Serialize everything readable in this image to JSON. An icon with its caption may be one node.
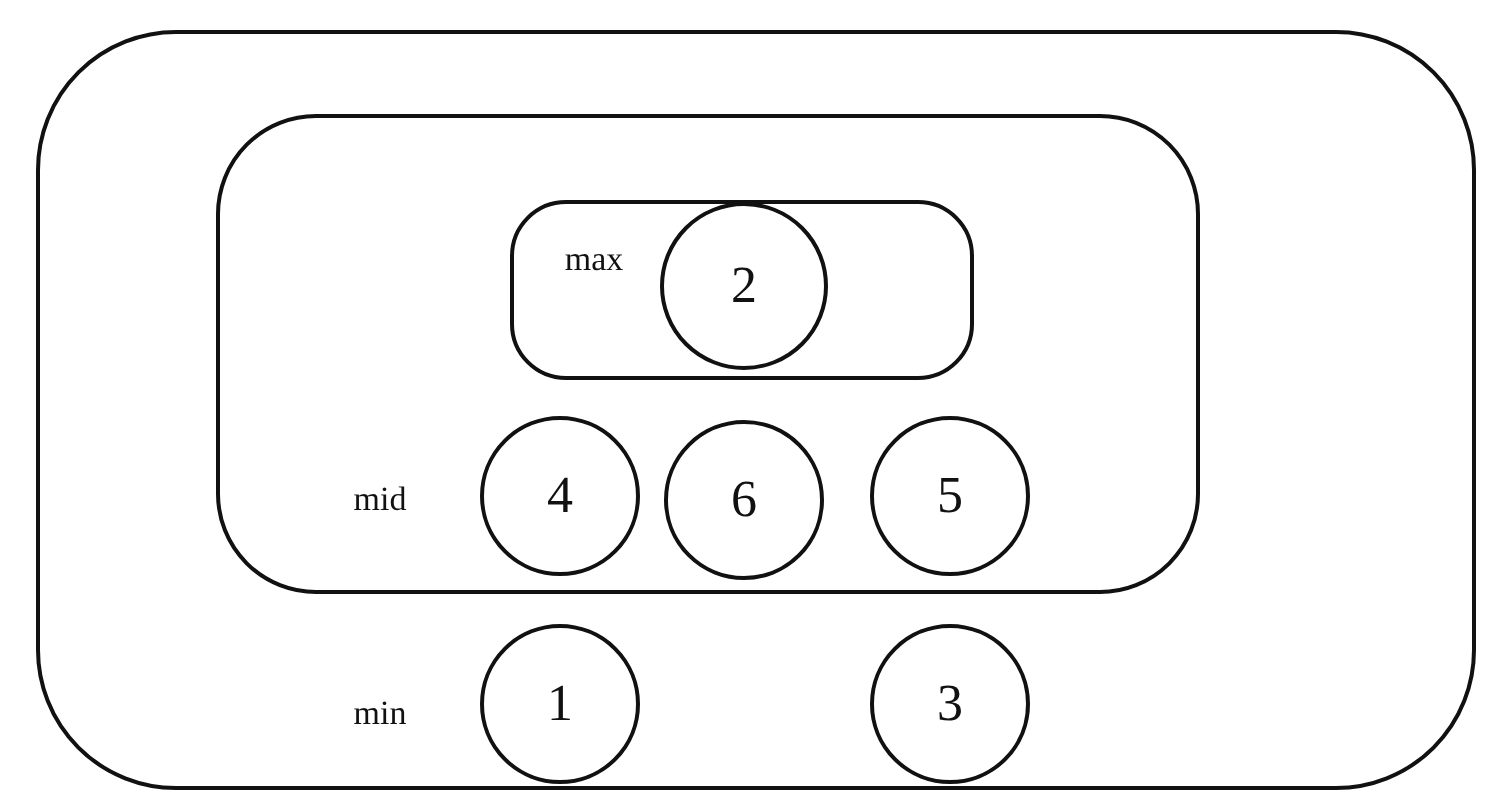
{
  "diagram": {
    "nodes": [
      {
        "text": [
          "min"
        ]
      },
      {
        "text": [
          "mid"
        ],
        "in": 0
      },
      {
        "text": [
          "max"
        ],
        "in": 1
      },
      {
        "text": [
          "2"
        ],
        "in": 2
      },
      {
        "text": [
          "4"
        ],
        "in": 1
      },
      {
        "text": [
          "6"
        ],
        "in": 1
      },
      {
        "text": [
          "5"
        ],
        "in": 1
      },
      {
        "text": [
          "1"
        ],
        "in": 0
      },
      {
        "text": [
          "3"
        ],
        "in": 0
      }
    ],
    "edges": []
  }
}
